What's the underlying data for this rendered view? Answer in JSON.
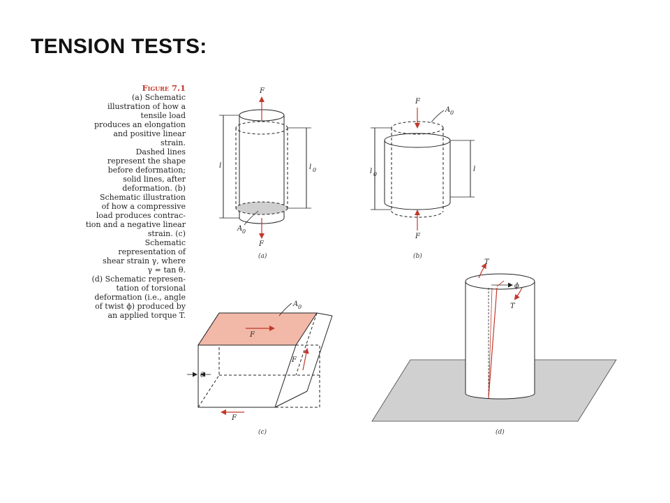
{
  "slide": {
    "title": "TENSION TESTS:"
  },
  "caption": {
    "figure_title": "Figure 7.1",
    "lines": [
      "(a) Schematic",
      "illustration of how a",
      "tensile load",
      "produces an elongation",
      "and positive linear",
      "strain.",
      "Dashed lines",
      "represent the shape",
      "before deformation;",
      "solid lines, after",
      "deformation. (b)",
      "Schematic illustration",
      "of how a compressive",
      "load produces contrac-",
      "tion and a negative linear",
      "strain. (c)",
      "Schematic",
      "representation of",
      "shear strain γ, where",
      "γ = tan θ.",
      "(d) Schematic represen-",
      "tation of torsional",
      "deformation (i.e., angle",
      "of twist ϕ) produced by",
      "an applied torque T."
    ]
  },
  "panels": {
    "a": {
      "label": "(a)",
      "force_top": "F",
      "force_bottom": "F",
      "length": "l",
      "original_length": "l",
      "length_subscript": "0",
      "area": "A",
      "area_subscript": "0"
    },
    "b": {
      "label": "(b)",
      "force_top": "F",
      "force_bottom": "F",
      "length": "l",
      "original_length": "l",
      "length_subscript": "0",
      "area": "A",
      "area_subscript": "0"
    },
    "c": {
      "label": "(c)",
      "force_top": "F",
      "force_side": "F",
      "force_bottom": "F",
      "angle": "θ",
      "area": "A",
      "area_subscript": "0"
    },
    "d": {
      "label": "(d)",
      "torque_top": "T",
      "torque_side": "T",
      "twist_angle": "ϕ"
    }
  },
  "colors": {
    "force_arrow": "#c0392b",
    "shear_face": "#f2b8a8",
    "base_plane": "#d0d0d0",
    "figure_title": "#c0392b"
  }
}
